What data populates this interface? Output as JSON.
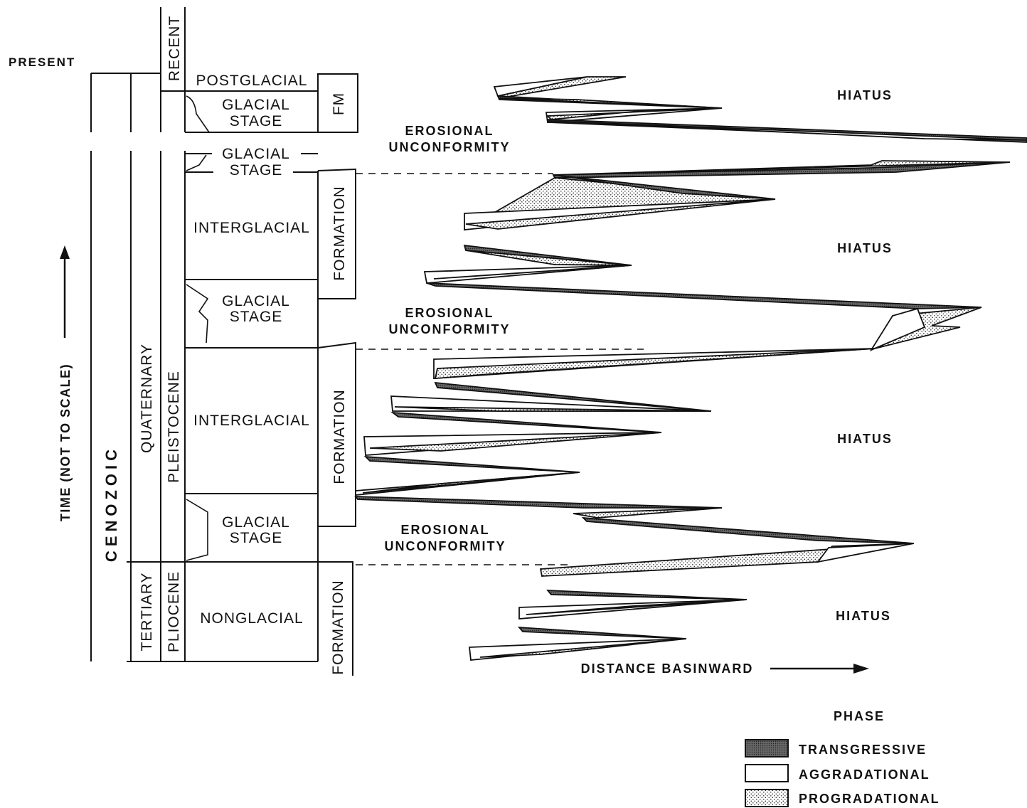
{
  "time_axis": {
    "present": "PRESENT",
    "label": "TIME (NOT TO SCALE)"
  },
  "columns": {
    "era": "CENOZOIC",
    "period_upper": "QUATERNARY",
    "period_lower": "TERTIARY",
    "epoch_top": "RECENT",
    "epoch_mid": "PLEISTOCENE",
    "epoch_low": "PLIOCENE"
  },
  "stages": {
    "postglacial": "POSTGLACIAL",
    "glacial_line1": "GLACIAL",
    "glacial_line2": "STAGE",
    "interglacial": "INTERGLACIAL",
    "nonglacial": "NONGLACIAL"
  },
  "formations": {
    "fm": "FM",
    "formation": "FORMATION"
  },
  "unconformity": {
    "line1": "EROSIONAL",
    "line2": "UNCONFORMITY"
  },
  "hiatus": "HIATUS",
  "distance_label": "DISTANCE BASINWARD",
  "legend": {
    "title": "PHASE",
    "items": [
      {
        "label": "TRANSGRESSIVE",
        "pattern": "dark-stipple"
      },
      {
        "label": "AGGRADATIONAL",
        "pattern": "blank"
      },
      {
        "label": "PROGRADATIONAL",
        "pattern": "light-stipple"
      }
    ]
  }
}
